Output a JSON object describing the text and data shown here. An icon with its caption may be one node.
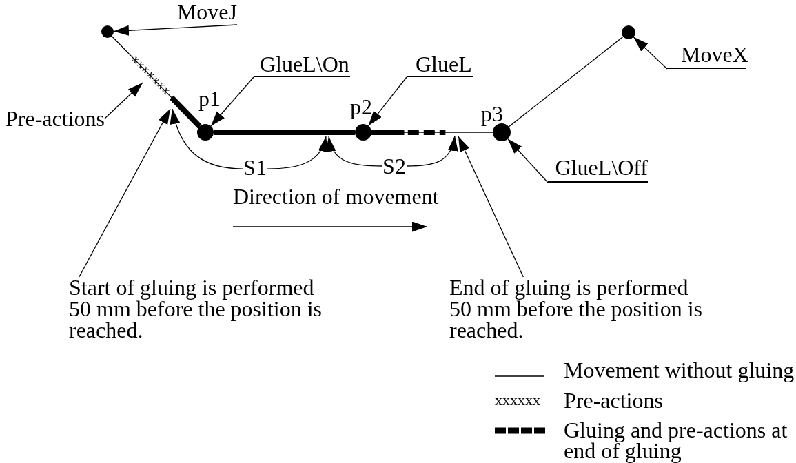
{
  "diagram": {
    "nodes": [
      {
        "text": [],
        "shape": "circle"
      },
      {
        "text": [],
        "shape": "circle",
        "beside": [
          "p1"
        ]
      },
      {
        "text": [],
        "shape": "circle",
        "beside": [
          "p2"
        ]
      },
      {
        "text": [],
        "shape": "circle",
        "beside": [
          "p3"
        ]
      },
      {
        "text": [],
        "shape": "circle"
      },
      {
        "text": [
          "MoveJ"
        ]
      },
      {
        "text": [
          "GlueL\\On"
        ]
      },
      {
        "text": [
          "GlueL"
        ]
      },
      {
        "text": [
          "MoveX"
        ]
      },
      {
        "text": [
          "GlueL\\Off"
        ]
      },
      {
        "text": [
          "Pre-actions"
        ]
      },
      {
        "text": [
          "S1"
        ]
      },
      {
        "text": [
          "S2"
        ]
      },
      {
        "text": [
          "Start of gluing is performed 50 mm before the position is reached."
        ]
      },
      {
        "text": [
          "End of gluing is performed 50 mm before the position is reached."
        ]
      }
    ],
    "edges": [
      {
        "from": 0,
        "to": 1,
        "arrow": "none",
        "label": "xxxxxxx"
      },
      {
        "from": 1,
        "to": 2,
        "arrow": "none",
        "style": "thick"
      },
      {
        "from": 2,
        "to": 3,
        "arrow": "none"
      },
      {
        "from": 3,
        "to": 4,
        "arrow": "none"
      },
      {
        "from": 5,
        "to": 0,
        "arrow": "to"
      },
      {
        "from": 6,
        "to": 1,
        "arrow": "to"
      },
      {
        "from": 7,
        "to": 2,
        "arrow": "to"
      },
      {
        "from": 8,
        "to": 4,
        "arrow": "to"
      },
      {
        "from": 9,
        "to": 3,
        "arrow": "to"
      },
      {
        "from": 10,
        "to": null,
        "arrow": "to"
      },
      {
        "from": 11,
        "to": null,
        "arrow": "to"
      },
      {
        "from": 11,
        "to": null,
        "arrow": "to"
      },
      {
        "from": 12,
        "to": null,
        "arrow": "to"
      },
      {
        "from": 12,
        "to": null,
        "arrow": "to"
      },
      {
        "from": 13,
        "to": null,
        "arrow": "to"
      },
      {
        "from": 14,
        "to": null,
        "arrow": "to"
      }
    ],
    "labels": [
      "Direction of movement",
      "xxxxxx"
    ],
    "legend": [
      {
        "text": "Movement without gluing"
      },
      {
        "text": "Pre-actions"
      },
      {
        "text": "Gluing and pre-actions at end of gluing"
      }
    ]
  }
}
